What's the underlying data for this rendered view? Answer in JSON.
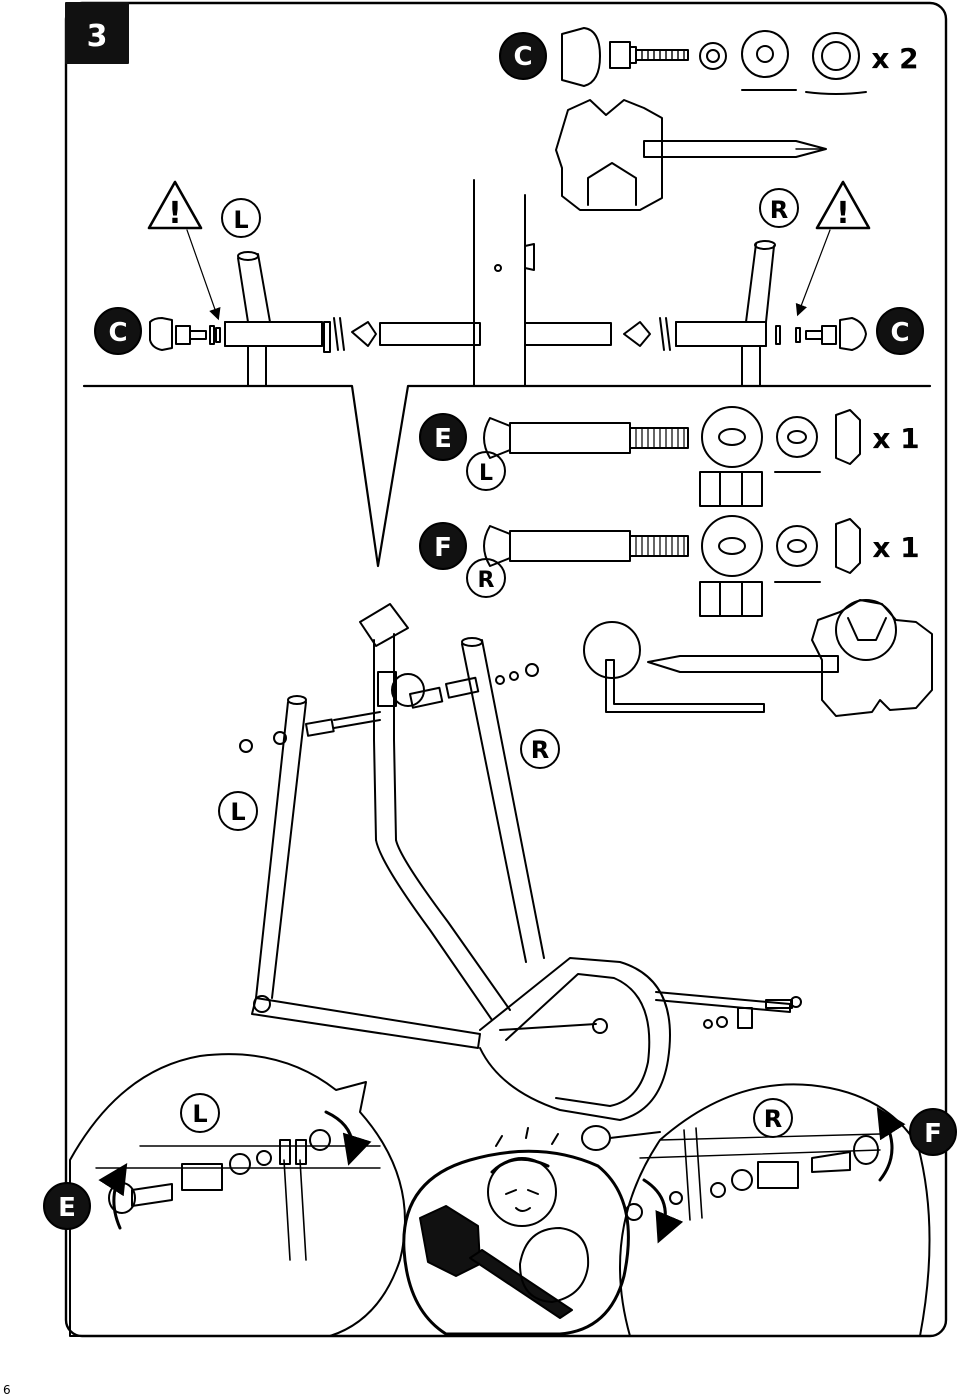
{
  "step": {
    "number": "3"
  },
  "page": {
    "number": "6"
  },
  "labels": {
    "c": "C",
    "l": "L",
    "r": "R",
    "e": "E",
    "f": "F",
    "warning": "!"
  },
  "quantities": {
    "c_kit": "x 2",
    "e_kit": "x 1",
    "f_kit": "x 1"
  },
  "icons": [
    "warning-triangle-icon",
    "wrench-icon",
    "screwdriver-icon",
    "allen-key-icon",
    "rotate-arrow-icon"
  ]
}
